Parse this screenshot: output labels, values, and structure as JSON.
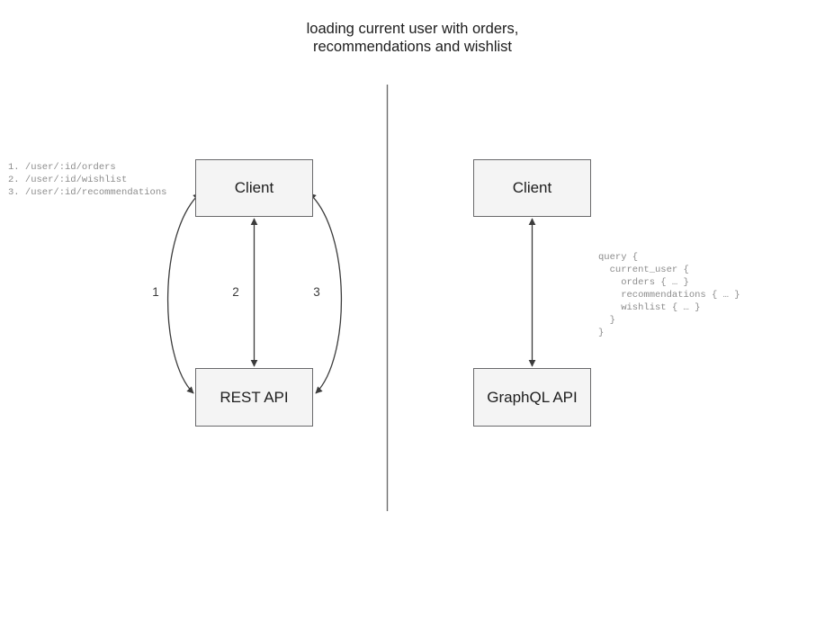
{
  "title": "loading current user with orders,\nrecommendations and wishlist",
  "divider": {
    "name": "vertical-divider",
    "color": "#6d6d6d"
  },
  "colors": {
    "box_fill": "#f4f4f4",
    "box_border": "#69696b",
    "text": "#1d1d1d",
    "code_text": "#8c8c8c",
    "edge": "#3c3c3c"
  },
  "left_panel": {
    "name": "rest-panel",
    "nodes": [
      {
        "id": "client-rest",
        "label": "Client"
      },
      {
        "id": "rest-api",
        "label": "REST API"
      }
    ],
    "edges": [
      {
        "id": "edge-1",
        "label": "1",
        "shape": "curve-left",
        "direction": "bidirectional"
      },
      {
        "id": "edge-2",
        "label": "2",
        "shape": "straight",
        "direction": "bidirectional"
      },
      {
        "id": "edge-3",
        "label": "3",
        "shape": "curve-right",
        "direction": "bidirectional"
      }
    ],
    "endpoints": "1. /user/:id/orders\n2. /user/:id/wishlist\n3. /user/:id/recommendations"
  },
  "right_panel": {
    "name": "graphql-panel",
    "nodes": [
      {
        "id": "client-gql",
        "label": "Client"
      },
      {
        "id": "graphql-api",
        "label": "GraphQL API"
      }
    ],
    "edges": [
      {
        "id": "edge-gql",
        "label": "",
        "shape": "straight",
        "direction": "bidirectional"
      }
    ],
    "query": "query {\n  current_user {\n    orders { … }\n    recommendations { … }\n    wishlist { … }\n  }\n}"
  }
}
